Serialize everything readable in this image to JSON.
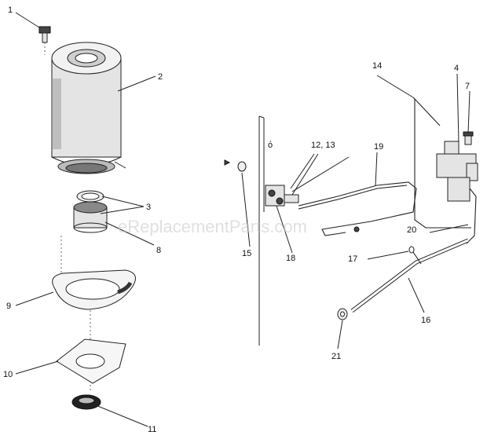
{
  "watermark": "eReplacementParts.com",
  "callouts": {
    "c1": "1",
    "c2": "2",
    "c3": "3",
    "c4": "4",
    "c7": "7",
    "c8": "8",
    "c9": "9",
    "c10": "10",
    "c11": "11",
    "c12_13": "12, 13",
    "c14": "14",
    "c15": "15",
    "c16": "16",
    "c17": "17",
    "c18": "18",
    "c19": "19",
    "c20": "20",
    "c21": "21"
  }
}
